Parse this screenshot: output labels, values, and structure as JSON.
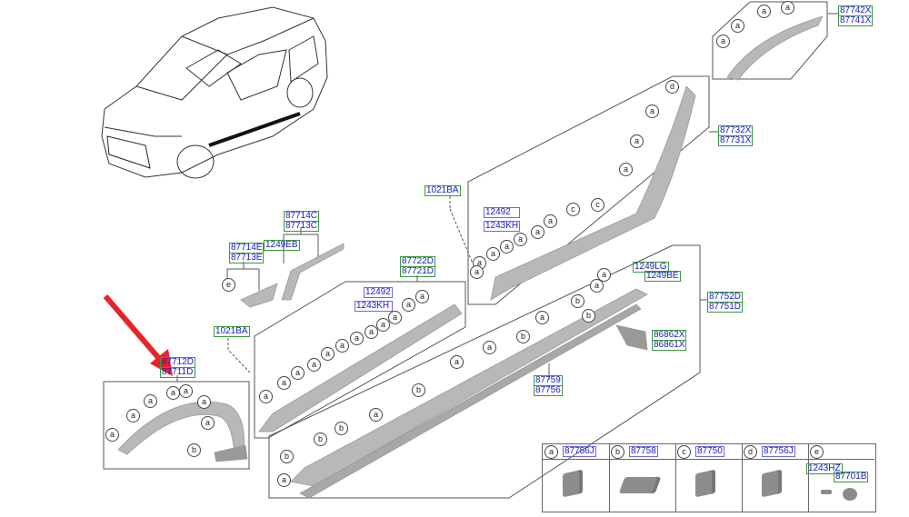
{
  "colors": {
    "arrow": "#e8232a",
    "part": "#b8b8b8",
    "label_text": "#1a1ad0"
  },
  "labels": {
    "rear_arch": [
      "87742X",
      "87741X"
    ],
    "quarter_garnish": [
      "87732X",
      "87731X"
    ],
    "nut_upper": "1021BA",
    "clip_upper_1": "12492",
    "clip_upper_2": "1243KH",
    "sill": [
      "87752D",
      "87751D"
    ],
    "sill_clip_1": "1249LG",
    "sill_clip_2": "1249BE",
    "bracket": [
      "86862X",
      "86861X"
    ],
    "sill_inner": [
      "87759",
      "87756"
    ],
    "front_door": [
      "87722D",
      "87721D"
    ],
    "clip_front_1": "12492",
    "clip_front_2": "1243KH",
    "mirror_upper": [
      "87714C",
      "87713C"
    ],
    "screw_mirror": "1249EB",
    "mirror_lower": [
      "87714E",
      "87713E"
    ],
    "nut_front": "1021BA",
    "front_arch": [
      "87712D",
      "87711D"
    ]
  },
  "callouts": {
    "rear_arch": [
      "a",
      "a",
      "a",
      "a"
    ],
    "quarter": [
      "d",
      "a",
      "a",
      "a",
      "c",
      "c",
      "a",
      "a",
      "a",
      "a",
      "a",
      "a",
      "a"
    ],
    "front_door": [
      "a",
      "a",
      "a",
      "a",
      "a",
      "a",
      "a",
      "a",
      "a",
      "a",
      "a",
      "a"
    ],
    "sill": [
      "a",
      "a",
      "b",
      "a",
      "b",
      "a",
      "a",
      "b",
      "a",
      "b",
      "b",
      "b",
      "a",
      "b"
    ],
    "front_arch": [
      "a",
      "a",
      "a",
      "a",
      "a",
      "a",
      "a",
      "b"
    ],
    "mirror": [
      "e"
    ]
  },
  "legend": [
    {
      "letter": "a",
      "part": "87756J"
    },
    {
      "letter": "b",
      "part": "87758"
    },
    {
      "letter": "c",
      "part": "87750"
    },
    {
      "letter": "d",
      "part": "87756J"
    },
    {
      "letter": "e",
      "parts": [
        "1243HZ",
        "87701B"
      ]
    }
  ]
}
